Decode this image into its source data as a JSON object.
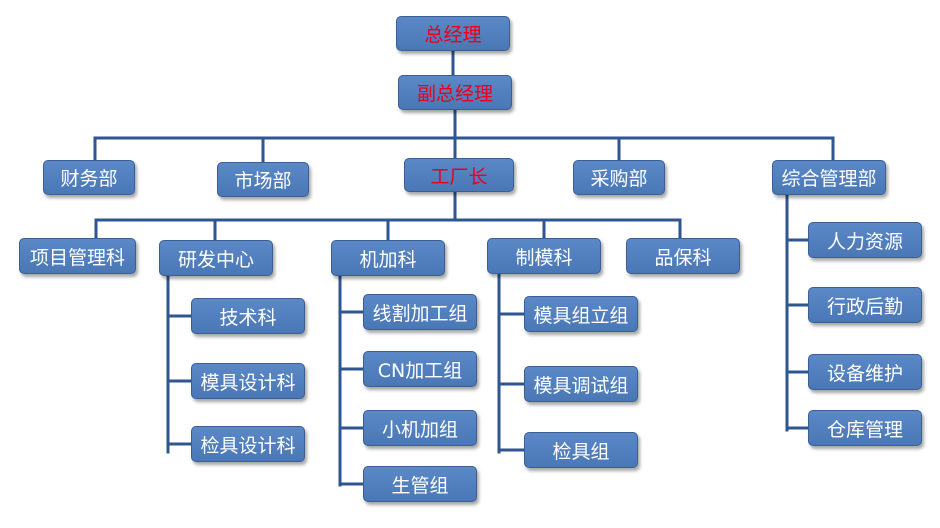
{
  "colors": {
    "box_fill": "#4f7dbd",
    "box_border": "#3b5f93",
    "connector": "#2e5690",
    "label_default": "#ffffff",
    "label_highlight": "#e8001e"
  },
  "nodes": {
    "general_manager": "总经理",
    "deputy_general_manager": "副总经理",
    "finance_dept": "财务部",
    "marketing_dept": "市场部",
    "factory_director": "工厂长",
    "purchasing_dept": "采购部",
    "general_admin_dept": "综合管理部",
    "project_mgmt_section": "项目管理科",
    "rd_center": "研发中心",
    "machining_section": "机加科",
    "mold_making_section": "制模科",
    "quality_section": "品保科",
    "technology_section": "技术科",
    "mold_design_section": "模具设计科",
    "fixture_design_section": "检具设计科",
    "wire_cutting_group": "线割加工组",
    "cnc_group": "CN加工组",
    "small_machine_group": "小机加组",
    "production_mgmt_group": "生管组",
    "mold_assembly_group": "模具组立组",
    "mold_debug_group": "模具调试组",
    "fixture_group": "检具组",
    "human_resources": "人力资源",
    "administration": "行政后勤",
    "equipment_maintenance": "设备维护",
    "warehouse_mgmt": "仓库管理"
  }
}
